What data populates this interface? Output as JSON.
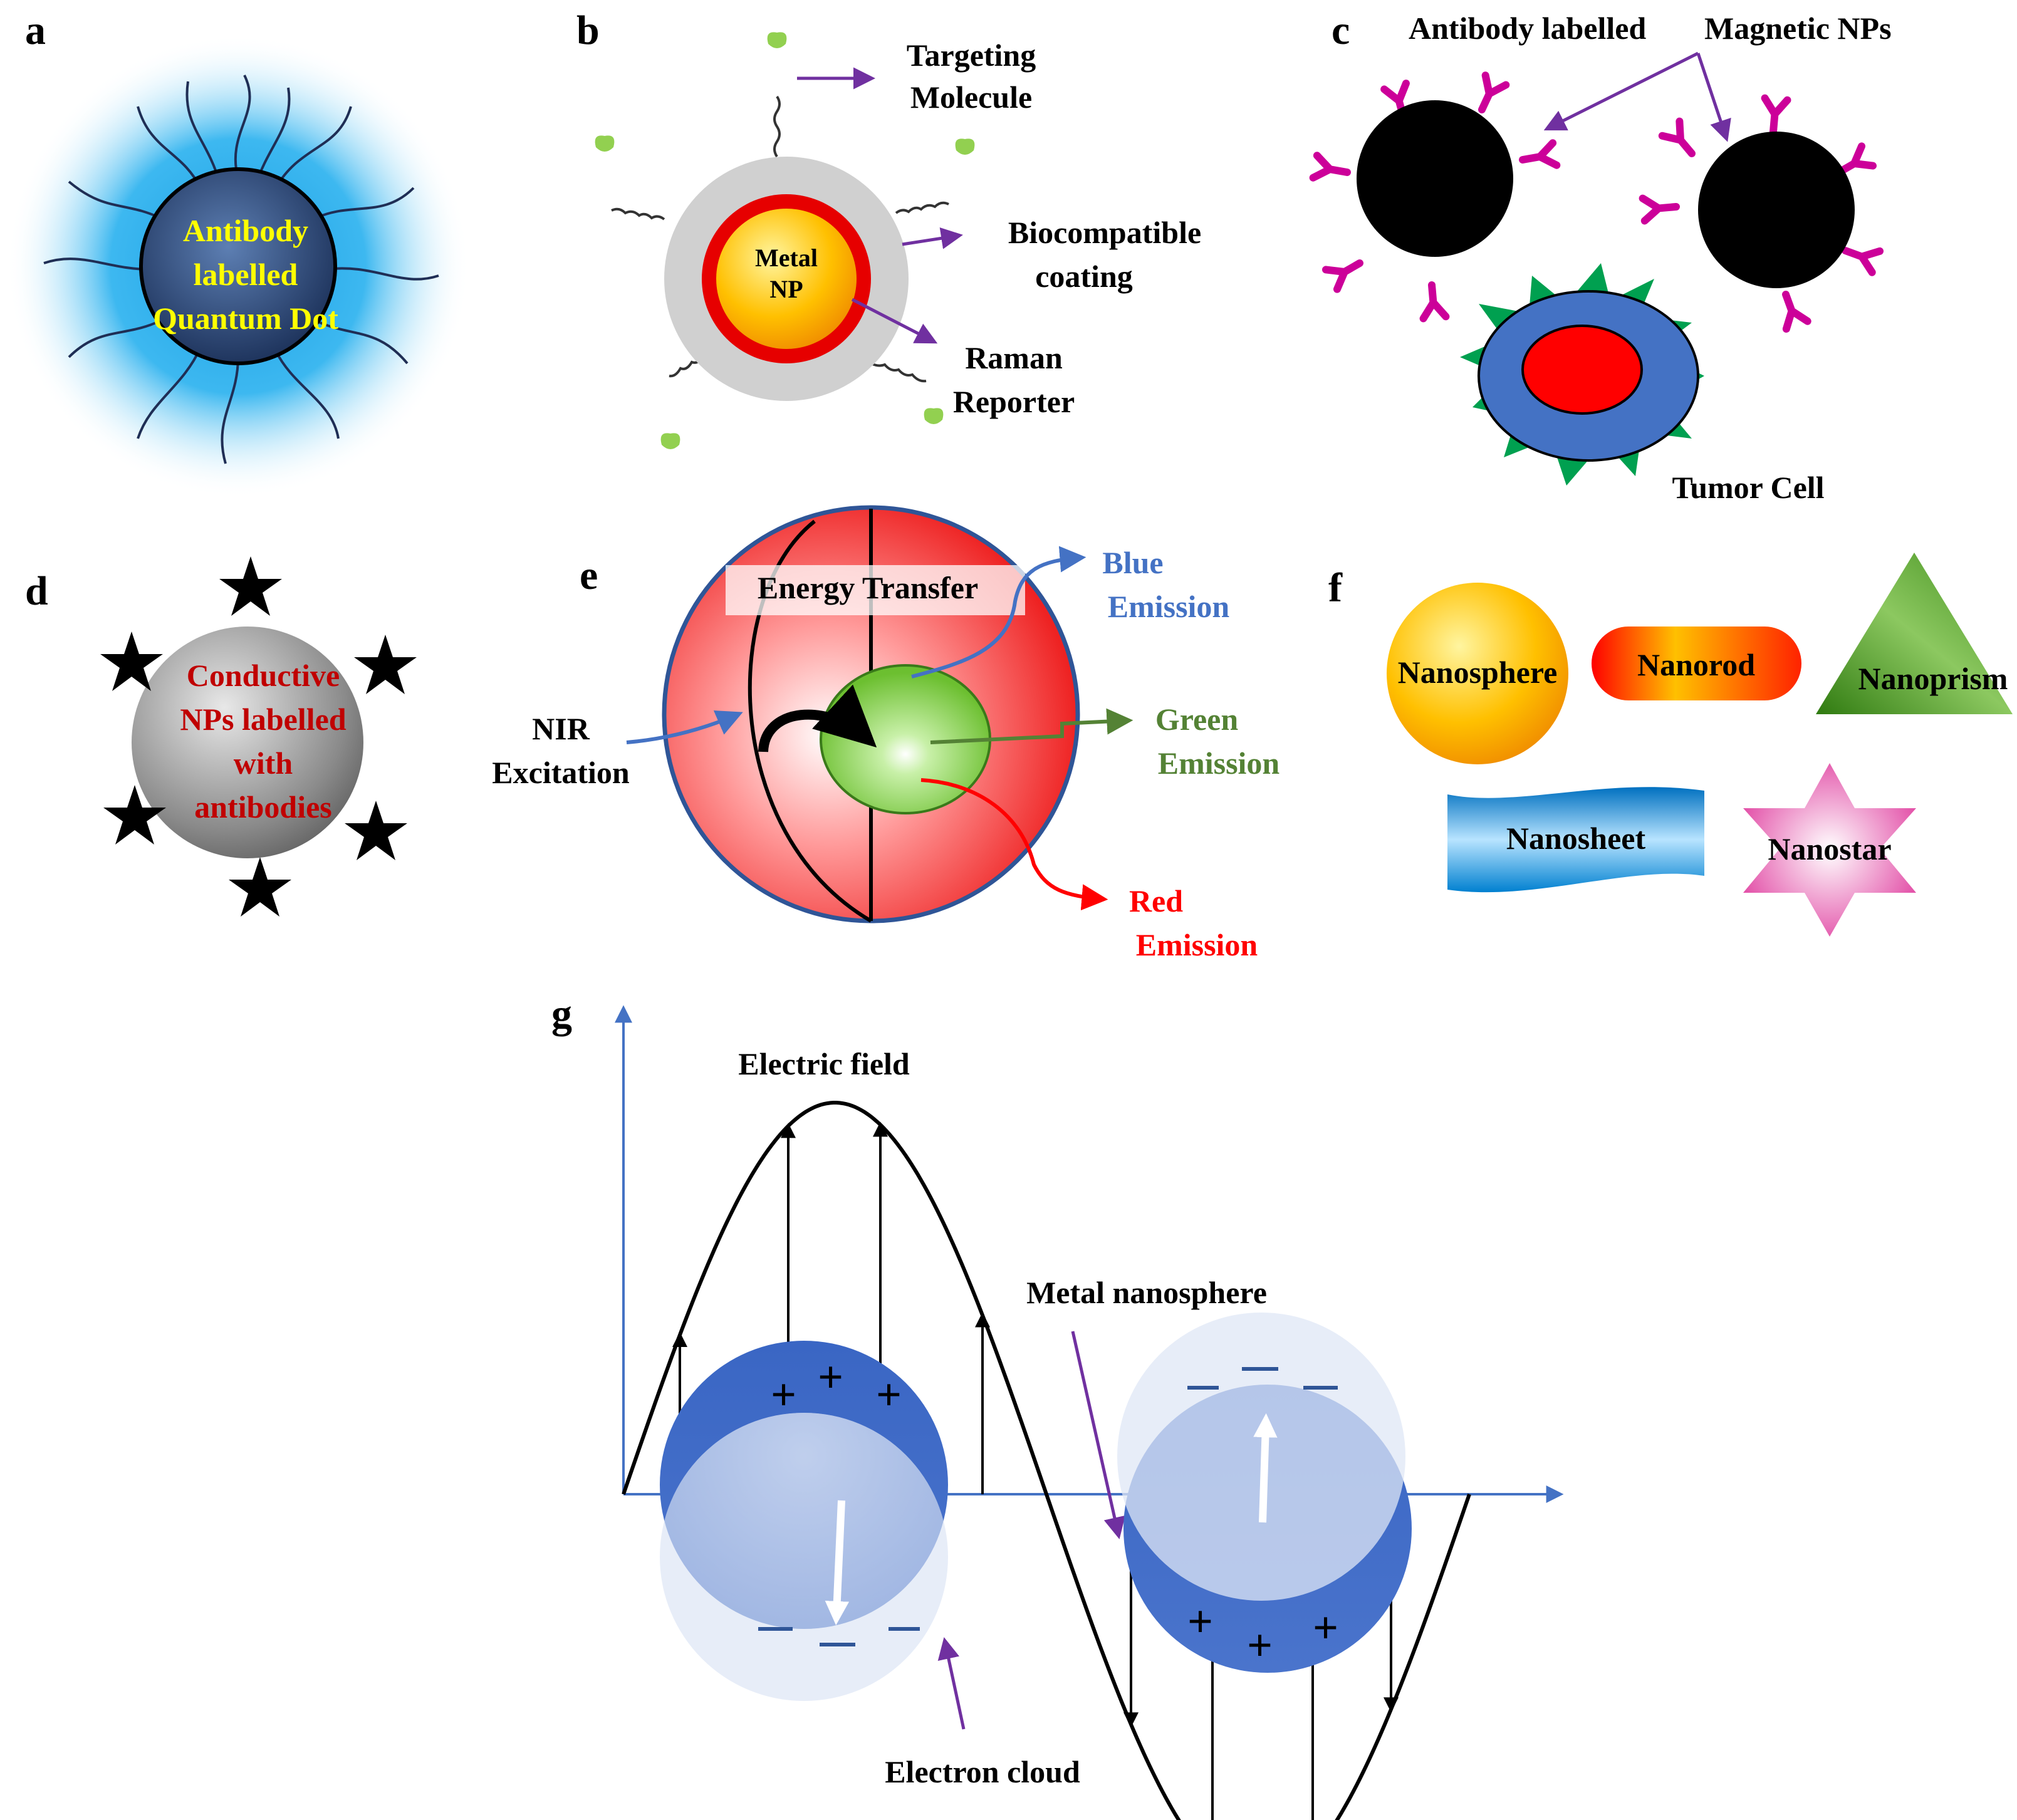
{
  "panels": {
    "a": {
      "label": "a",
      "text": [
        "Antibody",
        "labelled",
        "Quantum Dot"
      ]
    },
    "b": {
      "label": "b",
      "core": [
        "Metal",
        "NP"
      ],
      "targeting": [
        "Targeting",
        "Molecule"
      ],
      "coating": [
        "Biocompatible",
        "coating"
      ],
      "reporter": [
        "Raman",
        "Reporter"
      ]
    },
    "c": {
      "label": "c",
      "antibody": "Antibody labelled",
      "magnetic": "Magnetic NPs",
      "tumor": "Tumor Cell"
    },
    "d": {
      "label": "d",
      "text": [
        "Conductive",
        "NPs labelled",
        "with",
        "antibodies"
      ]
    },
    "e": {
      "label": "e",
      "energy": "Energy Transfer",
      "nir": [
        "NIR",
        "Excitation"
      ],
      "blue": [
        "Blue",
        "Emission"
      ],
      "green": [
        "Green",
        "Emission"
      ],
      "red": [
        "Red",
        "Emission"
      ]
    },
    "f": {
      "label": "f",
      "shapes": [
        "Nanosphere",
        "Nanorod",
        "Nanoprism",
        "Nanosheet",
        "Nanostar"
      ]
    },
    "g": {
      "label": "g",
      "field": "Electric field",
      "sphere": "Metal nanosphere",
      "cloud": "Electron cloud"
    }
  },
  "colors": {
    "arrow_purple": "#7030a0",
    "axis_blue": "#4472c4",
    "antibody_magenta": "#cc0099",
    "ligand_green": "#92d050",
    "spike_green": "#00a050",
    "blue_text": "#4472c4",
    "green_text": "#548235",
    "red_text": "#ff0000",
    "quantum_dot_text": "#ffff00",
    "conductive_text": "#c00000"
  }
}
